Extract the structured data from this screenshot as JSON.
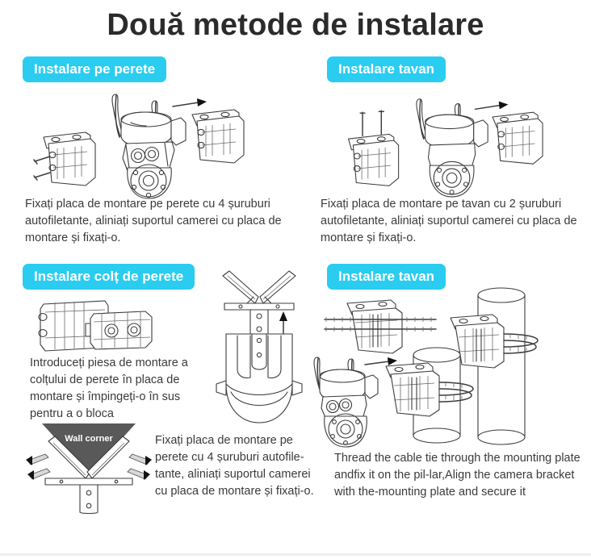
{
  "page": {
    "title": "Două metode de instalare",
    "background_color": "#ffffff",
    "badge_color": "#2ACCF0",
    "badge_text_color": "#ffffff",
    "title_color": "#2b2b2b",
    "body_text_color": "#3a3a3a",
    "line_art_color": "#3c3c3c",
    "triangle_color": "#595959"
  },
  "sections": [
    {
      "id": "wall",
      "badge": "Instalare pe perete",
      "caption": "Fixați placa de montare pe perete cu 4 șuruburi autofiletante, aliniați suportul camerei cu placa de montare și fixați-o.",
      "diagram": "camera-wall-mount-diagram"
    },
    {
      "id": "ceiling-1",
      "badge": "Instalare tavan",
      "caption": "Fixați placa de montare pe tavan cu 2 șuruburi autofiletante, aliniați suportul camerei cu placa de montare și fixați-o.",
      "diagram": "camera-ceiling-mount-diagram"
    },
    {
      "id": "wall-corner",
      "badge": "Instalare colț de perete",
      "caption": "Introduceți piesa de montare a colțului de perete în placa de montare și împingeți-o în sus pentru a o bloca",
      "caption2": "Fixați placa de montare pe perete cu 4 șuruburi autofile-tante, aliniați suportul camerei cu placa de montare și fixați-o.",
      "diagram": "corner-bracket-diagram",
      "triangle_label": "Wall corner"
    },
    {
      "id": "ceiling-2",
      "badge": "Instalare tavan",
      "caption": "Thread the cable tie through the mounting plate andfix it on the pil-lar,Align the camera bracket with the-mounting plate and secure it",
      "diagram": "pillar-cable-tie-diagram"
    }
  ]
}
